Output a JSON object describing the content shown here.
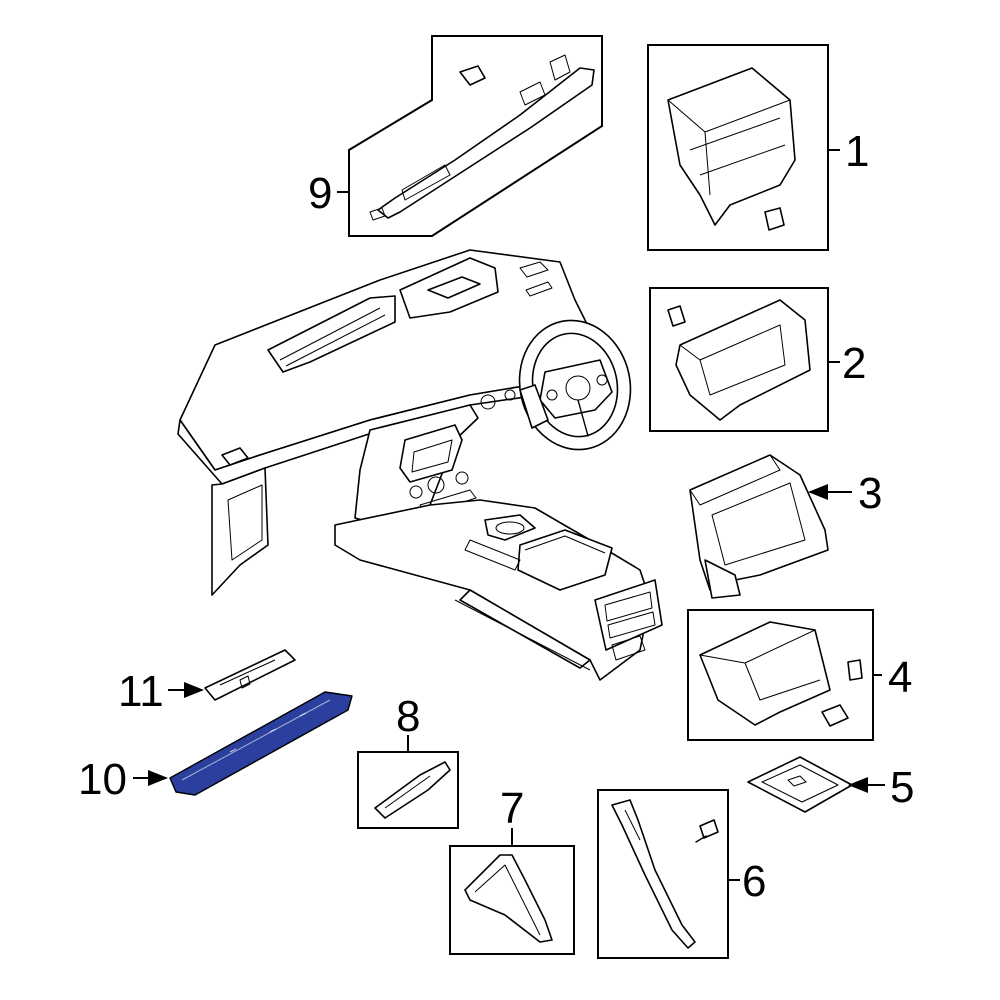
{
  "diagram": {
    "callouts": [
      {
        "id": "1",
        "label": "1"
      },
      {
        "id": "2",
        "label": "2"
      },
      {
        "id": "3",
        "label": "3"
      },
      {
        "id": "4",
        "label": "4"
      },
      {
        "id": "5",
        "label": "5"
      },
      {
        "id": "6",
        "label": "6"
      },
      {
        "id": "7",
        "label": "7"
      },
      {
        "id": "8",
        "label": "8"
      },
      {
        "id": "9",
        "label": "9"
      },
      {
        "id": "10",
        "label": "10"
      },
      {
        "id": "11",
        "label": "11"
      }
    ],
    "highlight_color": "#2b3f9e",
    "line_color": "#000000"
  }
}
